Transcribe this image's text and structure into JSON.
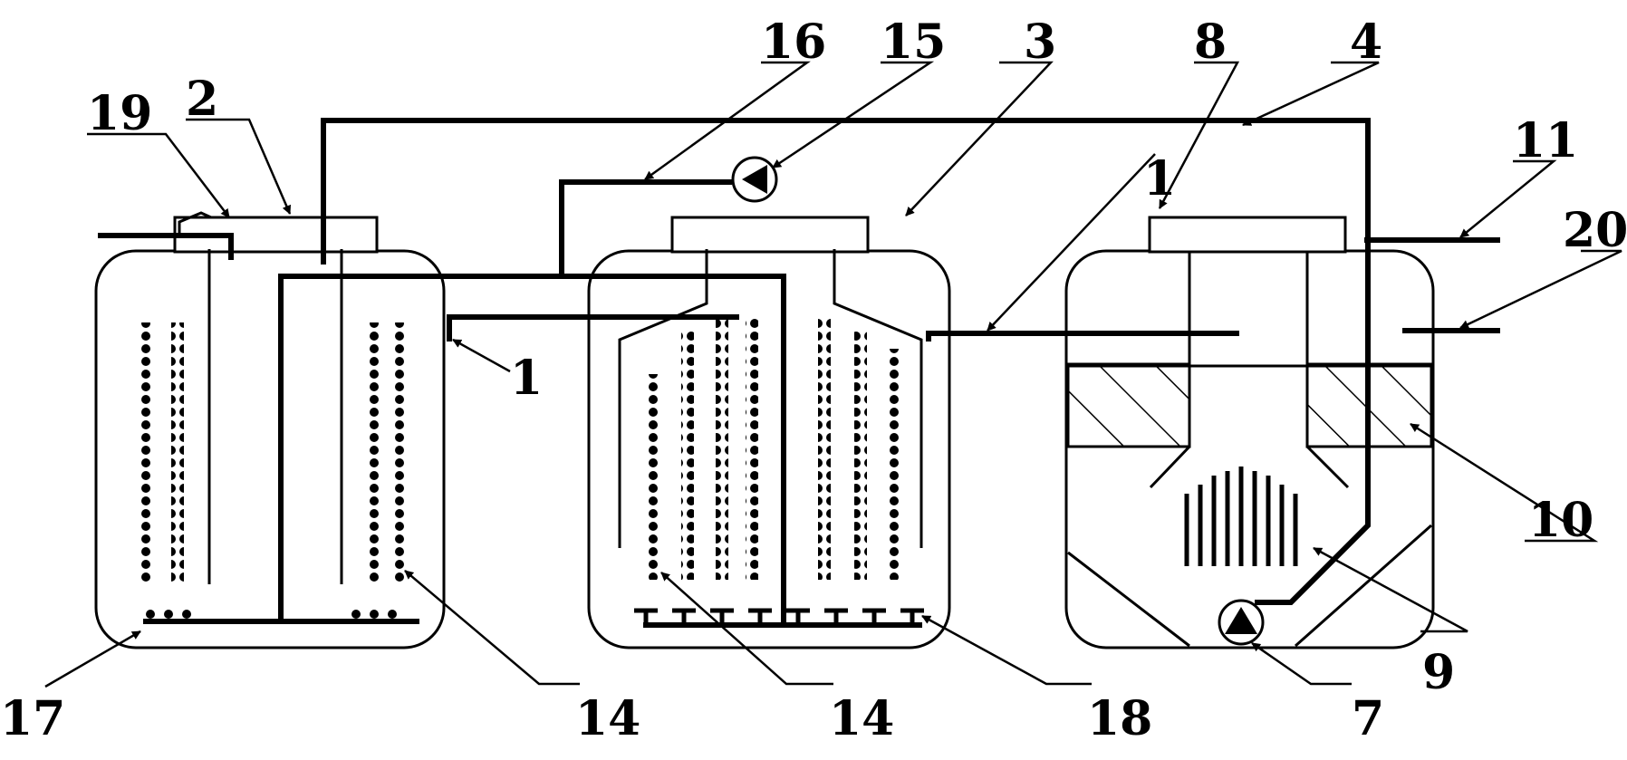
{
  "labels": {
    "l1a": "1",
    "l1b": "1",
    "l2": "2",
    "l3": "3",
    "l4": "4",
    "l7": "7",
    "l8": "8",
    "l9": "9",
    "l10": "10",
    "l11": "11",
    "l14a": "14",
    "l14b": "14",
    "l15": "15",
    "l16": "16",
    "l17": "17",
    "l18": "18",
    "l19": "19",
    "l20": "20"
  }
}
